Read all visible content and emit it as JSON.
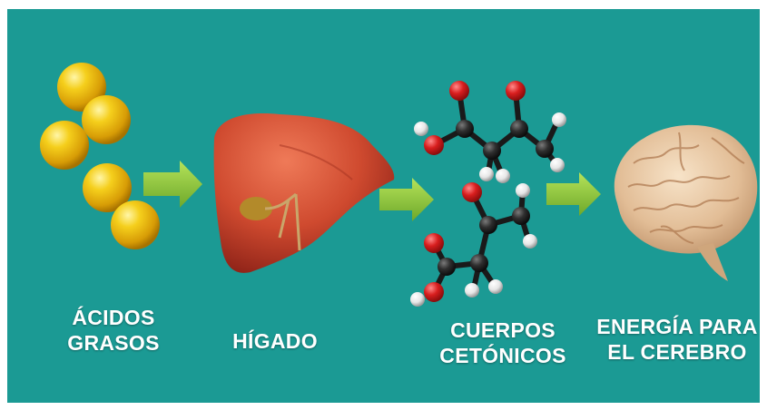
{
  "steps": [
    {
      "name": "acidos-grasos",
      "lines": [
        "ÁCIDOS",
        "GRASOS"
      ]
    },
    {
      "name": "higado",
      "lines": [
        "HÍGADO"
      ]
    },
    {
      "name": "cuerpos-cetonicos",
      "lines": [
        "CUERPOS",
        "CETÓNICOS"
      ]
    },
    {
      "name": "energia-cerebro",
      "lines": [
        "ENERGÍA PARA",
        "EL CEREBRO"
      ]
    }
  ],
  "colors": {
    "background": "#1b9a94",
    "arrow": "#8cc63f",
    "droplet": "#f2c012",
    "liver": "#c9432c",
    "carbon": "#2a2a2a",
    "oxygen": "#d41c1c",
    "hydrogen": "#f2f2f2",
    "brain": "#e7c9a5"
  }
}
